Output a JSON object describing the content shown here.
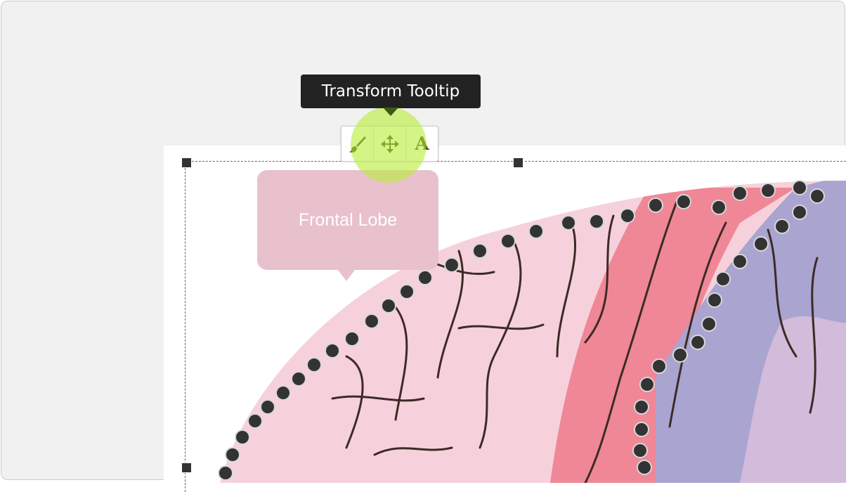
{
  "tooltip": {
    "text": "Transform Tooltip"
  },
  "toolbar": {
    "tools": [
      {
        "name": "brush",
        "icon": "paintbrush-icon"
      },
      {
        "name": "move",
        "icon": "move-arrows-icon"
      },
      {
        "name": "text",
        "label": "A",
        "icon": "text-icon"
      }
    ]
  },
  "annotation": {
    "label": "Frontal Lobe",
    "color": "#e8c1cd"
  },
  "colors": {
    "highlight": "#b9ee3c",
    "frontal_lobe": "#f5cdd8",
    "motor_cortex": "#ee8090",
    "parietal_lobe": "#a9a3cf",
    "region_outline_dots": "#333333"
  }
}
